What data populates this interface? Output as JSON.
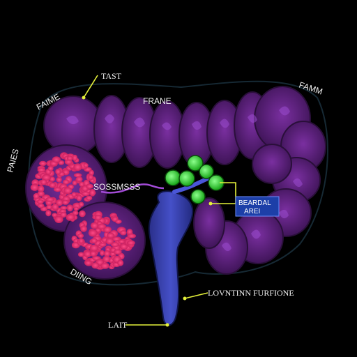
{
  "labels": {
    "tast": "TAST",
    "frane": "FRANE",
    "famm": "FAMM",
    "faime": "FAIME",
    "paies": "PAIES",
    "diing": "DIING",
    "small_text": "SOSSMSSS",
    "beardal_line1": "BEARDAL",
    "beardal_line2": "AREI",
    "function": "LOVNTINN  FURFIONE",
    "lait": "LAIT"
  },
  "colors": {
    "background": "#000000",
    "lobe": "#5a1f7a",
    "lobe_edge": "#8a3cb0",
    "pink_cluster": "#ff2a6e",
    "green_node": "#2fe02f",
    "blue_duct": "#3b43b0",
    "leader": "#e6f23a",
    "box_fill": "#1d3fa8",
    "box_text": "#ffffff"
  }
}
